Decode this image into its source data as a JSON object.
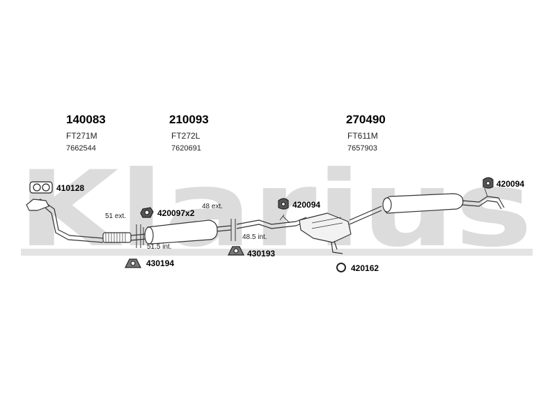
{
  "watermark": {
    "text": "Klarius",
    "color": "#d6d6d6"
  },
  "sections": [
    {
      "code": "140083",
      "ref": "FT271M",
      "oem": "7662544"
    },
    {
      "code": "210093",
      "ref": "FT272L",
      "oem": "7620691"
    },
    {
      "code": "270490",
      "ref": "FT611M",
      "oem": "7657903"
    }
  ],
  "parts": [
    {
      "number": "410128",
      "icon": "clamp-icon"
    },
    {
      "number": "420097x2",
      "icon": "rubber-mount-icon"
    },
    {
      "number": "420094",
      "icon": "rubber-mount-icon"
    },
    {
      "number": "420094",
      "icon": "rubber-mount-icon"
    },
    {
      "number": "430194",
      "icon": "bracket-icon"
    },
    {
      "number": "430193",
      "icon": "bracket-icon"
    },
    {
      "number": "420162",
      "icon": "ring-icon"
    }
  ],
  "dimensions": {
    "d1": "51 ext.",
    "d2": "51.5 int.",
    "d3": "48 ext.",
    "d4": "48.5 int."
  }
}
